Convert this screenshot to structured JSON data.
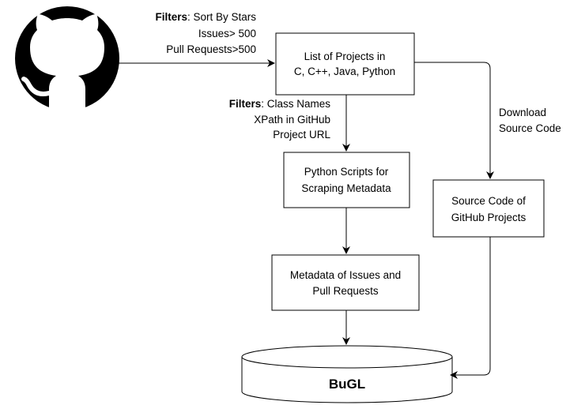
{
  "logo": {
    "icon": "github-octocat-icon"
  },
  "edges": {
    "top_filters": {
      "prefix": "Filters",
      "line1_rest": ": Sort By Stars",
      "line2": "Issues> 500",
      "line3": "Pull Requests>500"
    },
    "mid_filters": {
      "prefix": "Filters",
      "line1_rest": ": Class Names",
      "line2": "XPath in GitHub",
      "line3": "Project URL"
    },
    "download": {
      "line1": "Download",
      "line2": "Source Code"
    }
  },
  "nodes": {
    "projects_list": {
      "line1": "List of Projects in",
      "line2": "C, C++, Java, Python"
    },
    "python_scripts": {
      "line1": "Python Scripts for",
      "line2": "Scraping Metadata"
    },
    "metadata": {
      "line1": "Metadata of Issues and",
      "line2": "Pull Requests"
    },
    "source_code": {
      "line1": "Source Code of",
      "line2": "GitHub Projects"
    },
    "database": {
      "label": "BuGL"
    }
  }
}
